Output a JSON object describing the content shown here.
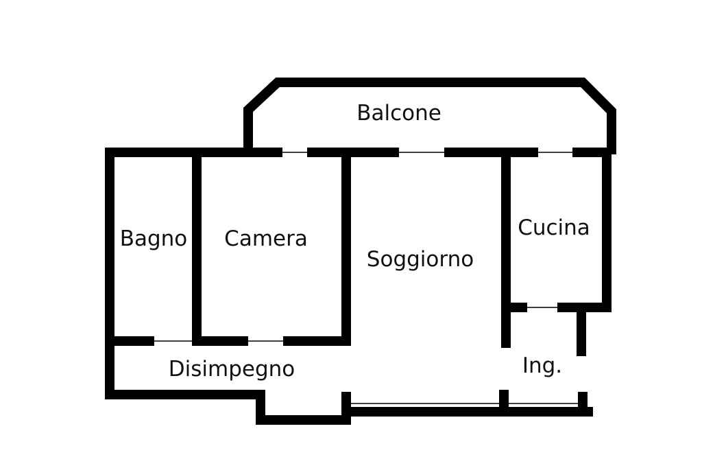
{
  "colors": {
    "wall": "#000000",
    "background": "#ffffff",
    "label": "#111111"
  },
  "rooms": {
    "balcone": "Balcone",
    "bagno": "Bagno",
    "camera": "Camera",
    "soggiorno": "Soggiorno",
    "cucina": "Cucina",
    "disimpegno": "Disimpegno",
    "ingresso": "Ing."
  }
}
